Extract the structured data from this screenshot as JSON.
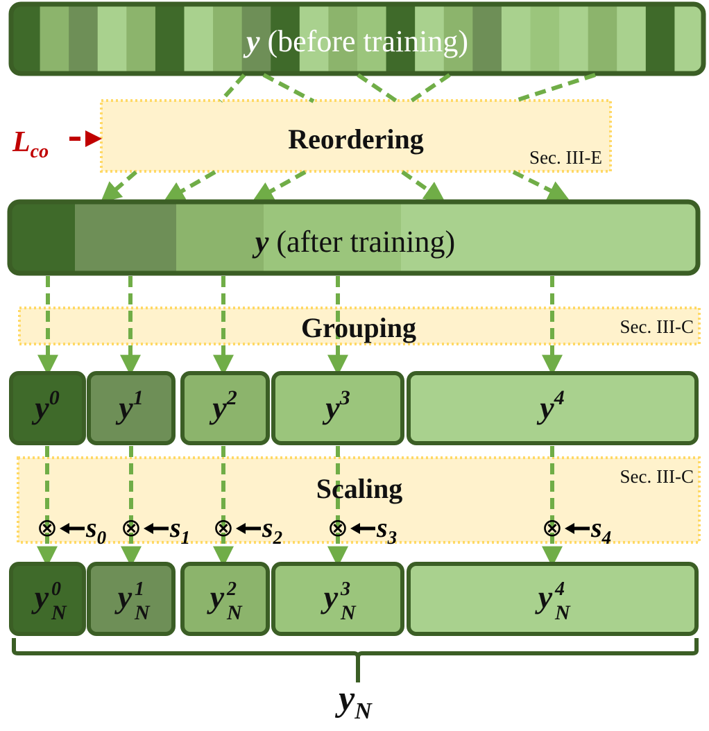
{
  "bars": {
    "before": {
      "var": "y",
      "label": "(before training)"
    },
    "after": {
      "var": "y",
      "label": "(after training)"
    }
  },
  "loss": {
    "symbol": "L",
    "subscript": "co"
  },
  "stages": {
    "reordering": {
      "title": "Reordering",
      "section": "Sec. III-E"
    },
    "grouping": {
      "title": "Grouping",
      "section": "Sec. III-C"
    },
    "scaling": {
      "title": "Scaling",
      "section": "Sec. III-C"
    }
  },
  "groups": [
    {
      "var": "y",
      "index": "0",
      "scale": "s",
      "scale_index": "0",
      "out_sub": "N"
    },
    {
      "var": "y",
      "index": "1",
      "scale": "s",
      "scale_index": "1",
      "out_sub": "N"
    },
    {
      "var": "y",
      "index": "2",
      "scale": "s",
      "scale_index": "2",
      "out_sub": "N"
    },
    {
      "var": "y",
      "index": "3",
      "scale": "s",
      "scale_index": "3",
      "out_sub": "N"
    },
    {
      "var": "y",
      "index": "4",
      "scale": "s",
      "scale_index": "4",
      "out_sub": "N"
    }
  ],
  "output": {
    "var": "y",
    "subscript": "N"
  },
  "multiply_symbol": "⊗",
  "colors": {
    "border": "#3b5e25",
    "arrow": "#70ad47",
    "stage_fill": "#fff2cc",
    "stage_border": "#ffd966",
    "loss": "#c00000",
    "group_fills": [
      "#3f6a2a",
      "#6e8f57",
      "#8cb46c",
      "#9bc57c",
      "#a9d18e"
    ],
    "stripes": [
      "#3f6a2a",
      "#8cb46c",
      "#6e8f57",
      "#a9d18e",
      "#8cb46c",
      "#3f6a2a",
      "#a9d18e",
      "#8cb46c",
      "#6e8f57",
      "#3f6a2a",
      "#a9d18e",
      "#8cb46c",
      "#9bc57c",
      "#3f6a2a",
      "#a9d18e",
      "#8cb46c",
      "#6e8f57",
      "#a9d18e",
      "#9bc57c",
      "#a9d18e",
      "#8cb46c",
      "#a9d18e",
      "#3f6a2a",
      "#a9d18e"
    ]
  }
}
